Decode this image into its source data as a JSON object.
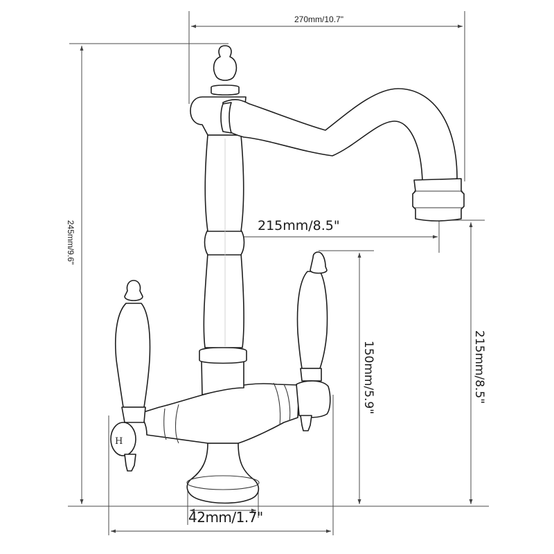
{
  "diagram": {
    "type": "technical dimension drawing",
    "subject": "bridge-style kitchen faucet with two lever handles and swivel spout",
    "colors": {
      "background": "#ffffff",
      "line": "#1e1e1e",
      "dimension_line": "#6a6a6a",
      "text": "#1a1a1a"
    },
    "dimensions": {
      "overall_reach": {
        "label": "270mm/10.7\"",
        "orientation": "horizontal"
      },
      "overall_height": {
        "label": "245mm/9.6\"",
        "orientation": "vertical"
      },
      "spout_reach": {
        "label": "215mm/8.5\"",
        "orientation": "horizontal"
      },
      "handle_height": {
        "label": "150mm/5.9\"",
        "orientation": "vertical"
      },
      "spout_height": {
        "label": "215mm/8.5\"",
        "orientation": "vertical"
      },
      "base_diameter": {
        "label": "42mm/1.7\"",
        "orientation": "horizontal"
      },
      "handle_span": {
        "label": "",
        "orientation": "horizontal"
      }
    },
    "markings": {
      "hot_cap": "H"
    }
  }
}
